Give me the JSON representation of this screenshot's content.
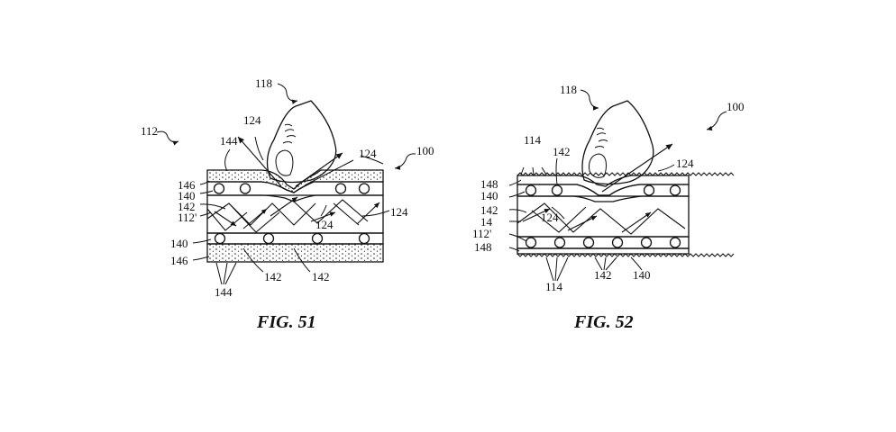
{
  "figures": [
    {
      "caption": "FIG. 51",
      "labels": {
        "device": "100",
        "finger": "118",
        "cover": "112",
        "top_dot_layer": "144",
        "bottom_dot_layer": "144",
        "layer_146_top": "146",
        "layer_140_top": "140",
        "layer_142_left": "142",
        "waveguide": "112'",
        "layer_140_bottom": "140",
        "layer_146_bottom": "146",
        "particles_142_a": "142",
        "particles_142_b": "142",
        "ray_124_a": "124",
        "ray_124_b": "124",
        "ray_124_c": "124",
        "ray_124_d": "124"
      }
    },
    {
      "caption": "FIG. 52",
      "labels": {
        "device": "100",
        "finger": "118",
        "texture_top": "114",
        "particles_top": "142",
        "layer_148_top": "148",
        "layer_140": "140",
        "layer_142_left": "142",
        "layer_14": "14",
        "waveguide": "112'",
        "layer_148_bottom": "148",
        "texture_bottom": "114",
        "particles_bottom": "142",
        "layer_140_bottom": "140",
        "ray_124_a": "124",
        "ray_124_b": "124"
      }
    }
  ]
}
